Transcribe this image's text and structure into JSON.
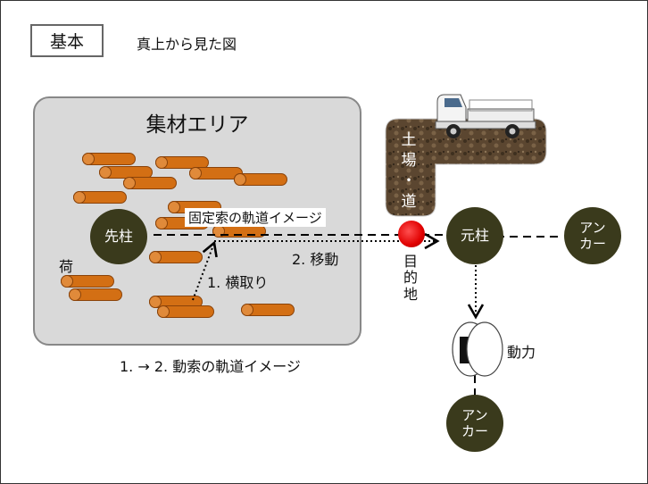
{
  "header": {
    "badge": "基本",
    "view_note": "真上から見た図"
  },
  "area": {
    "title": "集材エリア",
    "cargo_label": "荷"
  },
  "nodes": {
    "sakibashira": "先柱",
    "motobashira": "元柱",
    "anchor_right": "アン\nカー",
    "anchor_bottom": "アン\nカー",
    "doryoku": "動力"
  },
  "landing": {
    "label": "土\n場\n・\n道"
  },
  "destination": {
    "label": "目\n的\n地"
  },
  "lines": {
    "fixed_cable": "固定索の軌道イメージ",
    "step1": "1. 横取り",
    "step2": "2. 移動",
    "moving_cable": "1. → 2. 動索の軌道イメージ"
  },
  "colors": {
    "log": "#d36f14",
    "node": "#3a3a1c",
    "area_fill": "#d9d9d9",
    "destination": "#e00000"
  }
}
